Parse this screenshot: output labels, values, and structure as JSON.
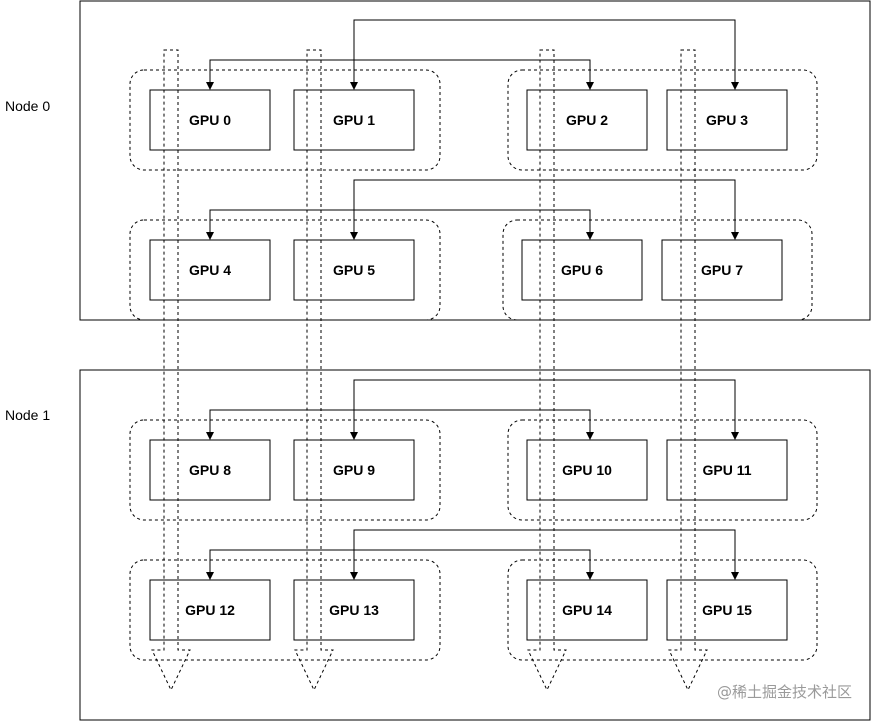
{
  "nodes": [
    {
      "label": "Node 0"
    },
    {
      "label": "Node 1"
    }
  ],
  "gpus": [
    "GPU 0",
    "GPU 1",
    "GPU 2",
    "GPU 3",
    "GPU 4",
    "GPU 5",
    "GPU 6",
    "GPU 7",
    "GPU 8",
    "GPU 9",
    "GPU 10",
    "GPU 11",
    "GPU 12",
    "GPU 13",
    "GPU 14",
    "GPU 15"
  ],
  "groups": [
    [
      "GPU 0",
      "GPU 1"
    ],
    [
      "GPU 2",
      "GPU 3"
    ],
    [
      "GPU 4",
      "GPU 5"
    ],
    [
      "GPU 6",
      "GPU 7"
    ],
    [
      "GPU 8",
      "GPU 9"
    ],
    [
      "GPU 10",
      "GPU 11"
    ],
    [
      "GPU 12",
      "GPU 13"
    ],
    [
      "GPU 14",
      "GPU 15"
    ]
  ],
  "connections": [
    {
      "from": "GPU 0",
      "to": "GPU 2",
      "bidirectional": true
    },
    {
      "from": "GPU 1",
      "to": "GPU 3",
      "bidirectional": true
    },
    {
      "from": "GPU 4",
      "to": "GPU 6",
      "bidirectional": true
    },
    {
      "from": "GPU 5",
      "to": "GPU 7",
      "bidirectional": true
    },
    {
      "from": "GPU 8",
      "to": "GPU 10",
      "bidirectional": true
    },
    {
      "from": "GPU 9",
      "to": "GPU 11",
      "bidirectional": true
    },
    {
      "from": "GPU 12",
      "to": "GPU 14",
      "bidirectional": true
    },
    {
      "from": "GPU 13",
      "to": "GPU 15",
      "bidirectional": true
    }
  ],
  "vertical_flows": [
    {
      "column": 1,
      "style": "dashed"
    },
    {
      "column": 2,
      "style": "dashed"
    },
    {
      "column": 3,
      "style": "dashed"
    },
    {
      "column": 4,
      "style": "dashed"
    }
  ],
  "watermark": "@稀土掘金技术社区"
}
